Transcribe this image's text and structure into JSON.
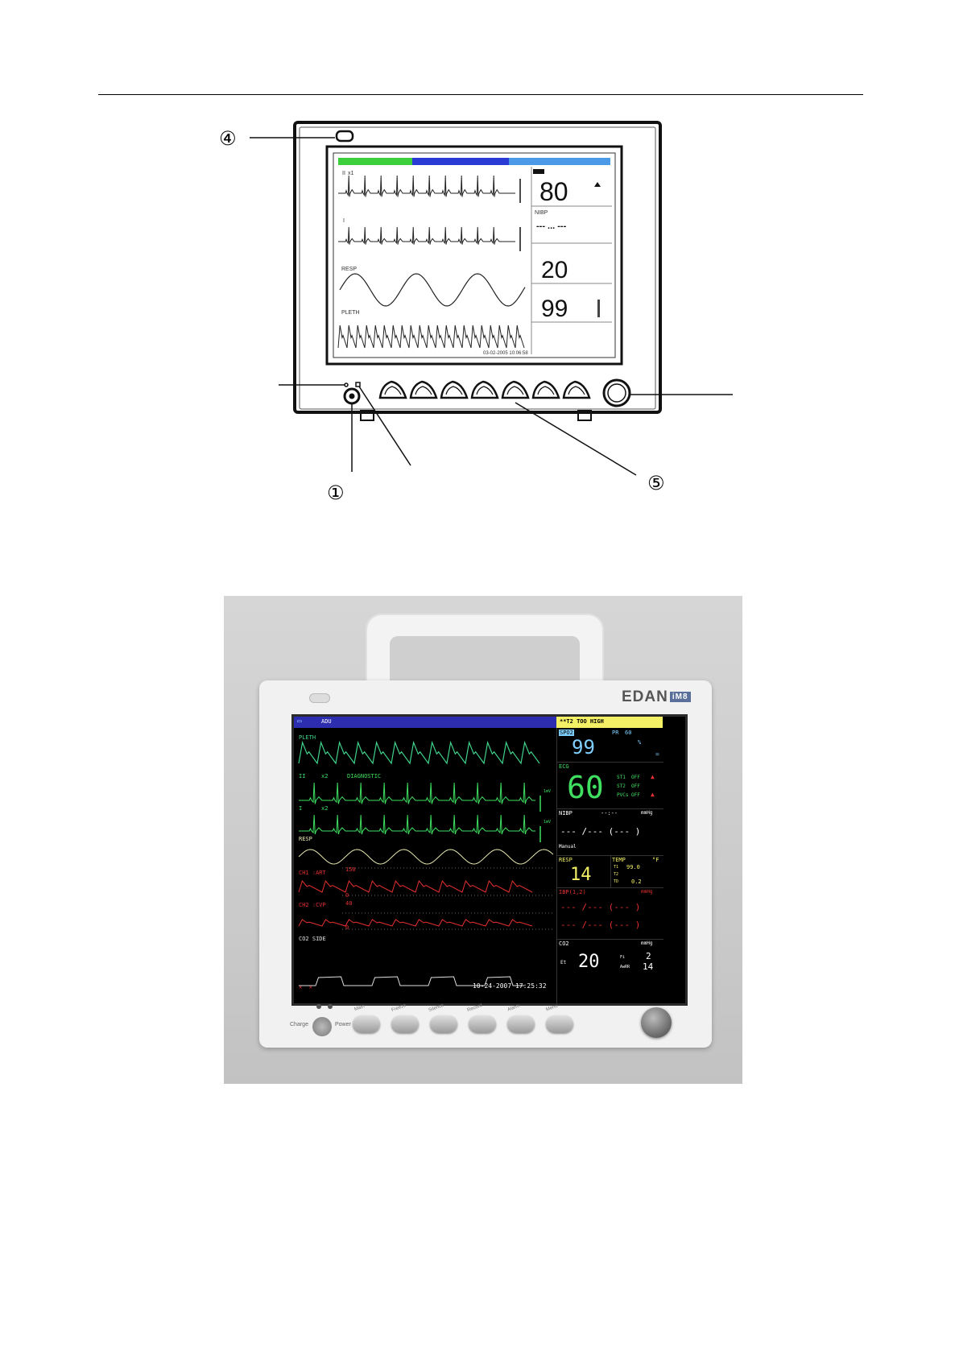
{
  "diagram": {
    "callouts": [
      "④",
      "①",
      "⑤"
    ],
    "screen": {
      "hr_value": "80",
      "resp_value": "20",
      "spo2_value": "99",
      "labels": {
        "wave_i": "I",
        "wave_x1": "x1",
        "resp": "RESP",
        "pleth": "PLETH",
        "nibp": "NIBP",
        "nibp_dash": "---   ...   ---",
        "timestamp": "03-02-2005 10:06:58"
      }
    }
  },
  "photo": {
    "brand": "EDAN",
    "brand_badge": "iM8",
    "screen": {
      "patient_type": "ADU",
      "alarm": "**T2 TOO HIGH",
      "waves": {
        "pleth": "PLETH",
        "ii": "II",
        "x2a": "x2",
        "diagnostic": "DIAGNOSTIC",
        "i": "I",
        "x2b": "x2",
        "resp": "RESP",
        "ch1": "CH1 :ART",
        "ch1_scale_top": "150",
        "ch1_scale_bottom": "0",
        "ch2": "CH2 :CVP",
        "ch2_scale_top": "40",
        "ch2_scale_bottom": "0",
        "co2": "CO2 SIDE",
        "mv1": "1mV",
        "mv2": "1mV"
      },
      "timestamp": "10-24-2007 17:25:32",
      "spo2": {
        "label": "SPO2",
        "value": "99",
        "pr_label": "PR",
        "pr_value": "60",
        "unit": "%"
      },
      "ecg": {
        "label": "ECG",
        "value": "60",
        "st1": "ST1",
        "st1_val": "OFF",
        "st2": "ST2",
        "st2_val": "OFF",
        "pvcs": "PVCs",
        "pvcs_val": "OFF"
      },
      "nibp": {
        "label": "NIBP",
        "time": "--:--",
        "unit": "mmHg",
        "values": "--- /--- (--- )",
        "mode": "Manual"
      },
      "resp": {
        "label": "RESP",
        "value": "14"
      },
      "temp": {
        "label": "TEMP",
        "unit": "°F",
        "t1": "T1",
        "t1_val": "99.0",
        "t2": "T2",
        "td": "TD",
        "td_val": "0.2"
      },
      "ibp": {
        "label": "IBP(1,2)",
        "unit": "mmHg",
        "row1": "--- /--- (--- )",
        "row2": "--- /--- (--- )"
      },
      "co2": {
        "label": "CO2",
        "unit": "mmHg",
        "et": "Et",
        "et_val": "20",
        "fi": "Fi",
        "fi_val": "2",
        "awrr": "AwRR",
        "awrr_val": "14"
      }
    },
    "buttons": [
      "Main",
      "Freeze",
      "Silence",
      "Record",
      "Alarm",
      "Menu"
    ],
    "charge_label": "Charge",
    "power_label": "Power"
  }
}
